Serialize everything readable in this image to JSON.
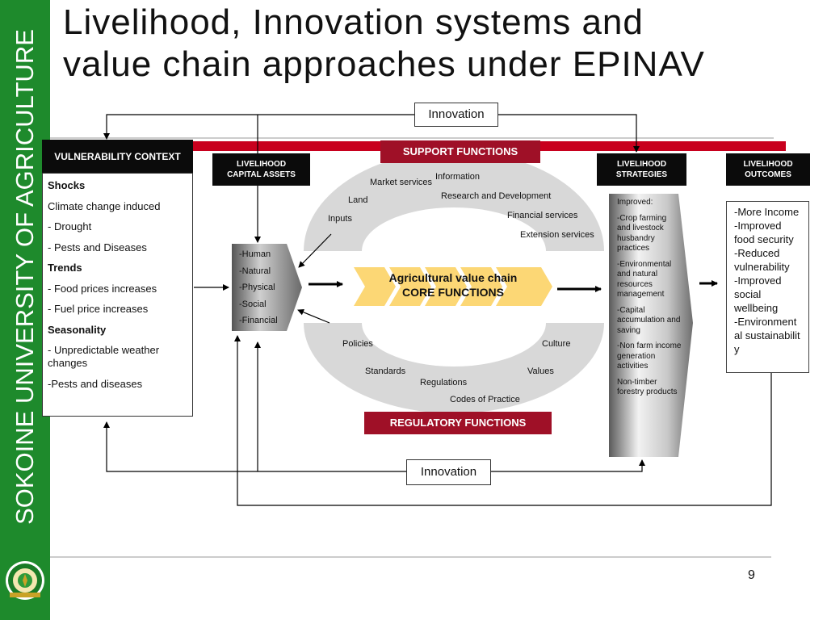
{
  "sidebar": {
    "text": "SOKOINE UNIVERSITY OF AGRICULTURE"
  },
  "title": {
    "line1": "Livelihood, Innovation systems and",
    "line2": "value chain approaches under EPINAV"
  },
  "diagram": {
    "innovation_top": "Innovation",
    "innovation_bottom": "Innovation",
    "vulnerability": {
      "header": "VULNERABILITY CONTEXT",
      "items": [
        "Shocks",
        "Climate change induced",
        "- Drought",
        "- Pests and Diseases",
        "Trends",
        "- Food prices increases",
        "- Fuel price increases",
        "Seasonality",
        "- Unpredictable weather changes",
        "-Pests and diseases"
      ]
    },
    "capital_assets": {
      "header_line1": "LIVELIHOOD",
      "header_line2": "CAPITAL ASSETS",
      "items": [
        "-Human",
        "-Natural",
        "-Physical",
        "-Social",
        "-Financial"
      ]
    },
    "support_functions": {
      "title": "SUPPORT FUNCTIONS",
      "items": [
        "Information",
        "Market services",
        "Research and Development",
        "Land",
        "Inputs",
        "Financial services",
        "Extension services"
      ]
    },
    "core": {
      "line1": "Agricultural value chain",
      "line2": "CORE FUNCTIONS"
    },
    "regulatory_functions": {
      "title": "REGULATORY FUNCTIONS",
      "items": [
        "Policies",
        "Culture",
        "Standards",
        "Values",
        "Regulations",
        "Codes of Practice"
      ]
    },
    "strategies": {
      "header_line1": "LIVELIHOOD",
      "header_line2": "STRATEGIES",
      "items": [
        "Improved:",
        "-Crop farming and livestock husbandry practices",
        "-Environmental and natural resources management",
        "-Capital accumulation and saving",
        "-Non farm income generation activities",
        "Non-timber forestry products"
      ]
    },
    "outcomes": {
      "header_line1": "LIVELIHOOD",
      "header_line2": "OUTCOMES",
      "items": [
        "-More Income",
        "-Improved food security",
        "-Reduced vulnerability",
        "-Improved social wellbeing",
        "-Environmental sustainability"
      ]
    }
  },
  "page_number": "9",
  "colors": {
    "sidebar": "#1e8a2c",
    "accent_red": "#c8001e",
    "function_box": "#9f1027",
    "core_arrow": "#fcd775",
    "ring": "#d8d8d8",
    "header_box": "#0b0b0b"
  },
  "icons": {
    "logo": "university-seal-icon"
  }
}
